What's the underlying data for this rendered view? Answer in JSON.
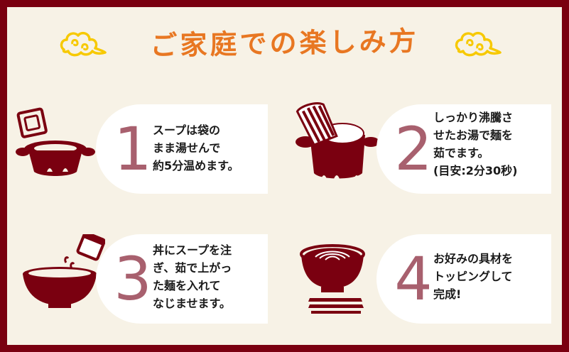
{
  "title": "ご家庭での楽しみ方",
  "colors": {
    "frame": "#7a0010",
    "background": "#f7f2e6",
    "title": "#e87722",
    "cloud": "#f7c900",
    "number": "#a8606e",
    "card": "#ffffff",
    "text": "#1a1a1a"
  },
  "steps": [
    {
      "number": "1",
      "icon": "pot-with-soup-pouch-icon",
      "lines": [
        "スープは袋の",
        "まま湯せんで",
        "約5分温めます。"
      ]
    },
    {
      "number": "2",
      "icon": "pot-with-noodles-icon",
      "lines": [
        "しっかり沸騰さ",
        "せたお湯で麺を",
        "茹でます。",
        "(目安:2分30秒)"
      ]
    },
    {
      "number": "3",
      "icon": "bowl-with-soup-pouch-icon",
      "lines": [
        "丼にスープを注",
        "ぎ、茹で上がっ",
        "た麺を入れて",
        "なじませます。"
      ]
    },
    {
      "number": "4",
      "icon": "noodle-bowl-with-chopsticks-icon",
      "lines": [
        "お好みの具材を",
        "トッピングして",
        "完成!"
      ]
    }
  ]
}
